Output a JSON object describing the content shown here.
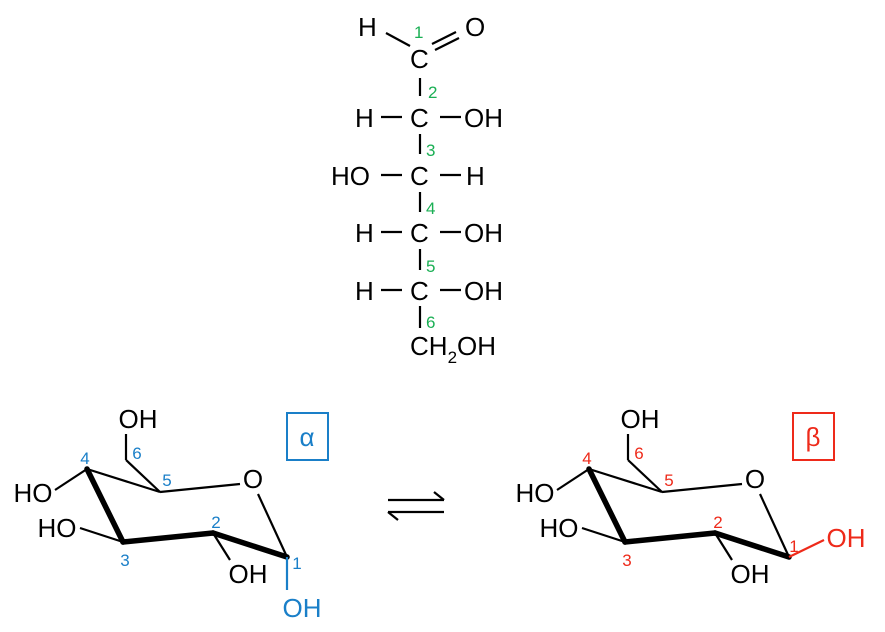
{
  "colors": {
    "fischer_numbers": "#1aaf54",
    "alpha": "#1a7fc8",
    "beta": "#ee2a1a",
    "atoms": "#000000"
  },
  "fischer": {
    "c1": {
      "left": "H",
      "center": "C",
      "right": "O",
      "num": "1"
    },
    "c2": {
      "left": "H",
      "center": "C",
      "right": "OH",
      "num": "2"
    },
    "c3": {
      "left": "HO",
      "center": "C",
      "right": "H",
      "num": "3"
    },
    "c4": {
      "left": "H",
      "center": "C",
      "right": "OH",
      "num": "4"
    },
    "c5": {
      "left": "H",
      "center": "C",
      "right": "OH",
      "num": "5"
    },
    "c6": {
      "group": "CH",
      "sub": "2",
      "group_end": "OH",
      "num": "6"
    }
  },
  "alpha": {
    "label": "α",
    "ring_o": "O",
    "oh6": "OH",
    "ho4": "HO",
    "ho3": "HO",
    "oh2": "OH",
    "oh1": "OH",
    "nums": [
      "1",
      "2",
      "3",
      "4",
      "5",
      "6"
    ]
  },
  "beta": {
    "label": "β",
    "ring_o": "O",
    "oh6": "OH",
    "ho4": "HO",
    "ho3": "HO",
    "oh2": "OH",
    "oh1": "OH",
    "nums": [
      "1",
      "2",
      "3",
      "4",
      "5",
      "6"
    ]
  },
  "equilibrium_symbol": "⇌"
}
